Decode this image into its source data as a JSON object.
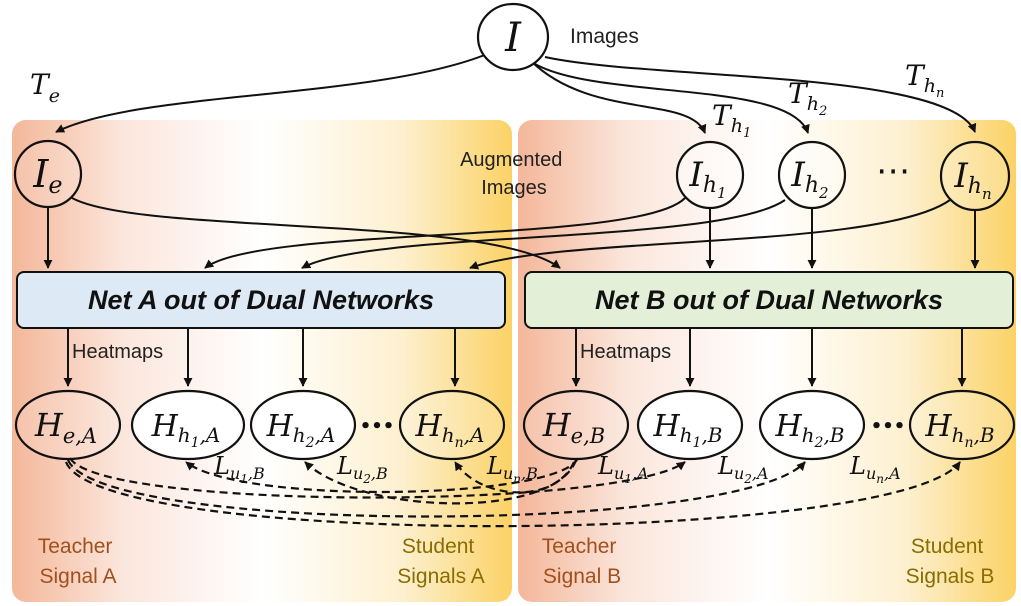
{
  "colors": {
    "panel_left": "#f4b79a",
    "panel_right": "#fbd266",
    "net_a_fill": "#dde9f5",
    "net_b_fill": "#e4efd8",
    "teacher_text": "#a0501c",
    "student_text": "#8a6d00",
    "stroke": "#111111"
  },
  "input": {
    "symbol": "I",
    "label": "Images"
  },
  "augmented_label": {
    "line1": "Augmented",
    "line2": "Images"
  },
  "transforms": {
    "easy": {
      "base": "T",
      "sub": "e"
    },
    "hard": [
      {
        "base": "T",
        "sub": "h",
        "subsub": "1"
      },
      {
        "base": "T",
        "sub": "h",
        "subsub": "2"
      },
      {
        "base": "T",
        "sub": "h",
        "subsub": "n"
      }
    ]
  },
  "augmented_nodes": {
    "easy": {
      "base": "I",
      "sub": "e"
    },
    "hard": [
      {
        "base": "I",
        "sub": "h",
        "subsub": "1"
      },
      {
        "base": "I",
        "sub": "h",
        "subsub": "2"
      },
      {
        "base": "I",
        "sub": "h",
        "subsub": "n"
      }
    ],
    "ellipsis": "⋯"
  },
  "networks": {
    "a": {
      "label": "Net A out of Dual Networks",
      "heatmaps_label": "Heatmaps"
    },
    "b": {
      "label": "Net B out of Dual Networks",
      "heatmaps_label": "Heatmaps"
    }
  },
  "heatmaps": {
    "a": [
      {
        "base": "H",
        "sub": "e,A"
      },
      {
        "base": "H",
        "sub": "h",
        "subsub": "1",
        "tail": ",A"
      },
      {
        "base": "H",
        "sub": "h",
        "subsub": "2",
        "tail": ",A"
      },
      {
        "base": "H",
        "sub": "h",
        "subsub": "n",
        "tail": ",A"
      }
    ],
    "b": [
      {
        "base": "H",
        "sub": "e,B"
      },
      {
        "base": "H",
        "sub": "h",
        "subsub": "1",
        "tail": ",B"
      },
      {
        "base": "H",
        "sub": "h",
        "subsub": "2",
        "tail": ",B"
      },
      {
        "base": "H",
        "sub": "h",
        "subsub": "n",
        "tail": ",B"
      }
    ],
    "ellipsis": "•••"
  },
  "losses": {
    "a": [
      {
        "base": "L",
        "sub": "u",
        "subsub": "1",
        "tail": ",B"
      },
      {
        "base": "L",
        "sub": "u",
        "subsub": "2",
        "tail": ",B"
      },
      {
        "base": "L",
        "sub": "u",
        "subsub": "n",
        "tail": ",B"
      }
    ],
    "b": [
      {
        "base": "L",
        "sub": "u",
        "subsub": "1",
        "tail": ",A"
      },
      {
        "base": "L",
        "sub": "u",
        "subsub": "2",
        "tail": ",A"
      },
      {
        "base": "L",
        "sub": "u",
        "subsub": "n",
        "tail": ",A"
      }
    ]
  },
  "signals": {
    "teacher_a": {
      "line1": "Teacher",
      "line2": "Signal A"
    },
    "student_a": {
      "line1": "Student",
      "line2": "Signals A"
    },
    "teacher_b": {
      "line1": "Teacher",
      "line2": "Signal B"
    },
    "student_b": {
      "line1": "Student",
      "line2": "Signals B"
    }
  }
}
